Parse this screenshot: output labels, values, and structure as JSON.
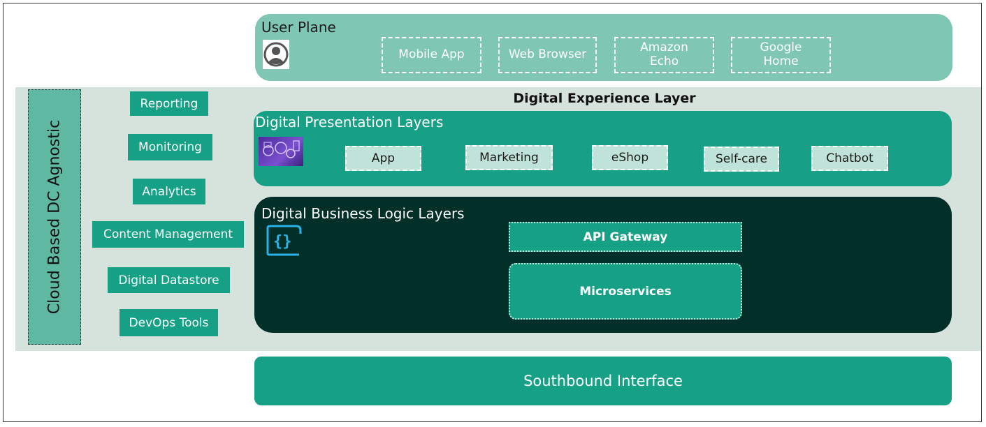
{
  "user_plane": {
    "title": "User Plane",
    "icon": "user-circle-icon",
    "items": [
      {
        "label": "Mobile App"
      },
      {
        "label": "Web Browser"
      },
      {
        "label": "Amazon\nEcho"
      },
      {
        "label": "Google\nHome"
      }
    ]
  },
  "cloud": {
    "label": "Cloud Based DC Agnostic"
  },
  "side_tools": [
    {
      "label": "Reporting"
    },
    {
      "label": "Monitoring"
    },
    {
      "label": "Analytics"
    },
    {
      "label": "Content Management"
    },
    {
      "label": "Digital Datastore"
    },
    {
      "label": "DevOps Tools"
    }
  ],
  "digital_experience_layer": {
    "title": "Digital Experience Layer"
  },
  "presentation": {
    "title": "Digital Presentation Layers",
    "icon": "digital-devices-icon",
    "items": [
      {
        "label": "App"
      },
      {
        "label": "Marketing"
      },
      {
        "label": "eShop"
      },
      {
        "label": "Self-care"
      },
      {
        "label": "Chatbot"
      }
    ]
  },
  "business_logic": {
    "title": "Digital Business Logic Layers",
    "icon": "code-braces-icon",
    "api_gateway": "API Gateway",
    "microservices": "Microservices"
  },
  "southbound": {
    "label": "Southbound Interface"
  },
  "colors": {
    "teal": "#16a085",
    "light_teal": "#7fc7b4",
    "dark_green": "#022f27",
    "band": "#d6e3dd"
  }
}
